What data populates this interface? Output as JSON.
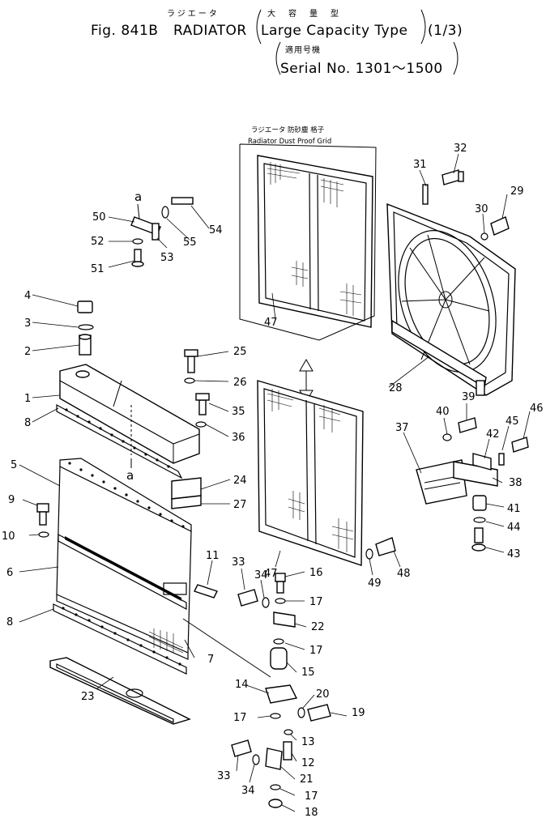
{
  "header": {
    "kana_top": "ラジエータ",
    "kana_large": "大　容　量　型",
    "figure": "Fig. 841B",
    "title": "RADIATOR",
    "subtitle": "Large Capacity Type",
    "page": "(1/3)",
    "serial_kanji": "適用号機",
    "serial": "Serial No. 1301～1500"
  },
  "grid_label": {
    "jp": "ラジエータ 防砂塵 格子",
    "en": "Radiator Dust Proof Grid"
  },
  "section_marker": "a",
  "callouts": [
    {
      "id": "c1",
      "text": "1"
    },
    {
      "id": "c2",
      "text": "2"
    },
    {
      "id": "c3",
      "text": "3"
    },
    {
      "id": "c4",
      "text": "4"
    },
    {
      "id": "c5",
      "text": "5"
    },
    {
      "id": "c6",
      "text": "6"
    },
    {
      "id": "c7",
      "text": "7"
    },
    {
      "id": "c8a",
      "text": "8"
    },
    {
      "id": "c8b",
      "text": "8"
    },
    {
      "id": "c9",
      "text": "9"
    },
    {
      "id": "c10",
      "text": "10"
    },
    {
      "id": "c11",
      "text": "11"
    },
    {
      "id": "c12",
      "text": "12"
    },
    {
      "id": "c13",
      "text": "13"
    },
    {
      "id": "c14",
      "text": "14"
    },
    {
      "id": "c15",
      "text": "15"
    },
    {
      "id": "c16",
      "text": "16"
    },
    {
      "id": "c17a",
      "text": "17"
    },
    {
      "id": "c17b",
      "text": "17"
    },
    {
      "id": "c17c",
      "text": "17"
    },
    {
      "id": "c17d",
      "text": "17"
    },
    {
      "id": "c18",
      "text": "18"
    },
    {
      "id": "c19",
      "text": "19"
    },
    {
      "id": "c20",
      "text": "20"
    },
    {
      "id": "c21",
      "text": "21"
    },
    {
      "id": "c22",
      "text": "22"
    },
    {
      "id": "c23",
      "text": "23"
    },
    {
      "id": "c24",
      "text": "24"
    },
    {
      "id": "c25",
      "text": "25"
    },
    {
      "id": "c26",
      "text": "26"
    },
    {
      "id": "c27",
      "text": "27"
    },
    {
      "id": "c28",
      "text": "28"
    },
    {
      "id": "c29",
      "text": "29"
    },
    {
      "id": "c30",
      "text": "30"
    },
    {
      "id": "c31",
      "text": "31"
    },
    {
      "id": "c32",
      "text": "32"
    },
    {
      "id": "c33a",
      "text": "33"
    },
    {
      "id": "c33b",
      "text": "33"
    },
    {
      "id": "c34a",
      "text": "34"
    },
    {
      "id": "c34b",
      "text": "34"
    },
    {
      "id": "c35",
      "text": "35"
    },
    {
      "id": "c36",
      "text": "36"
    },
    {
      "id": "c37",
      "text": "37"
    },
    {
      "id": "c38",
      "text": "38"
    },
    {
      "id": "c39",
      "text": "39"
    },
    {
      "id": "c40",
      "text": "40"
    },
    {
      "id": "c41",
      "text": "41"
    },
    {
      "id": "c42",
      "text": "42"
    },
    {
      "id": "c43",
      "text": "43"
    },
    {
      "id": "c44",
      "text": "44"
    },
    {
      "id": "c45",
      "text": "45"
    },
    {
      "id": "c46",
      "text": "46"
    },
    {
      "id": "c47a",
      "text": "47"
    },
    {
      "id": "c47b",
      "text": "47"
    },
    {
      "id": "c48",
      "text": "48"
    },
    {
      "id": "c49",
      "text": "49"
    },
    {
      "id": "c50",
      "text": "50"
    },
    {
      "id": "c51",
      "text": "51"
    },
    {
      "id": "c52",
      "text": "52"
    },
    {
      "id": "c53",
      "text": "53"
    },
    {
      "id": "c54",
      "text": "54"
    },
    {
      "id": "c55",
      "text": "55"
    }
  ]
}
